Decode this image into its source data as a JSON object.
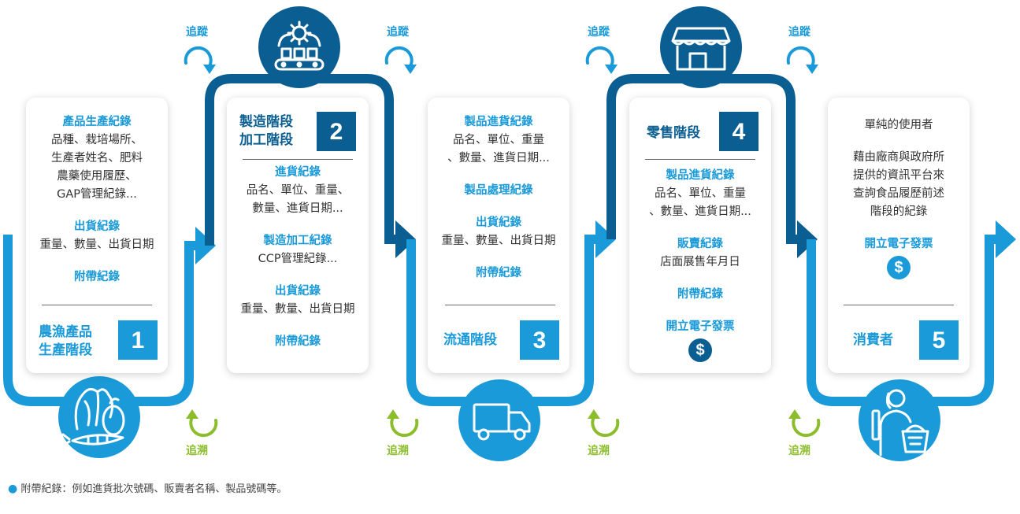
{
  "colors": {
    "light_blue": "#1a9ad8",
    "dark_blue": "#0b5e91",
    "green": "#8bbd2c"
  },
  "labels": {
    "track": "追蹤",
    "trace": "追溯"
  },
  "stages": [
    {
      "number": "1",
      "title_lines": [
        "農漁產品",
        "生產階段"
      ],
      "icon": "vegetables-icon",
      "sections": [
        {
          "heading": "產品生產紀錄",
          "lines": [
            "品種、栽培場所、",
            "生產者姓名、肥料",
            "農藥使用履歷、",
            "GAP管理紀錄..."
          ]
        },
        {
          "heading": "出貨紀錄",
          "lines": [
            "重量、數量、出貨日期"
          ]
        },
        {
          "heading": "附帶紀錄",
          "lines": []
        }
      ]
    },
    {
      "number": "2",
      "title_lines": [
        "製造階段",
        "加工階段"
      ],
      "icon": "factory-conveyor-icon",
      "sections": [
        {
          "heading": "進貨紀錄",
          "lines": [
            "品名、單位、重量、",
            "數量、進貨日期..."
          ]
        },
        {
          "heading": "製造加工紀錄",
          "lines": [
            "CCP管理紀錄..."
          ]
        },
        {
          "heading": "出貨紀錄",
          "lines": [
            "重量、數量、出貨日期"
          ]
        },
        {
          "heading": "附帶紀錄",
          "lines": []
        }
      ]
    },
    {
      "number": "3",
      "title_lines": [
        "流通階段"
      ],
      "icon": "truck-icon",
      "sections": [
        {
          "heading": "製品進貨紀錄",
          "lines": [
            "品名、單位、重量",
            "、數量、進貨日期..."
          ]
        },
        {
          "heading": "製品處理紀錄",
          "lines": []
        },
        {
          "heading": "出貨紀錄",
          "lines": [
            "重量、數量、出貨日期"
          ]
        },
        {
          "heading": "附帶紀錄",
          "lines": []
        }
      ]
    },
    {
      "number": "4",
      "title_lines": [
        "零售階段"
      ],
      "icon": "store-icon",
      "sections": [
        {
          "heading": "製品進貨紀錄",
          "lines": [
            "品名、單位、重量",
            "、數量、進貨日期..."
          ]
        },
        {
          "heading": "販賣紀錄",
          "lines": [
            "店面展售年月日"
          ]
        },
        {
          "heading": "附帶紀錄",
          "lines": []
        },
        {
          "heading": "開立電子發票",
          "lines": []
        }
      ],
      "dollar": "$"
    },
    {
      "number": "5",
      "title_lines": [
        "消費者"
      ],
      "icon": "shopper-icon",
      "sections": [
        {
          "heading": "",
          "lines": [
            "單純的使用者"
          ]
        },
        {
          "heading": "",
          "lines": [
            "藉由廠商與政府所",
            "提供的資訊平台來",
            "查詢食品履歷前述",
            "階段的紀錄"
          ]
        },
        {
          "heading": "開立電子發票",
          "lines": []
        }
      ],
      "dollar": "$"
    }
  ],
  "footnote": "附帶紀錄：例如進貨批次號碼、販賣者名稱、製品號碼等。"
}
